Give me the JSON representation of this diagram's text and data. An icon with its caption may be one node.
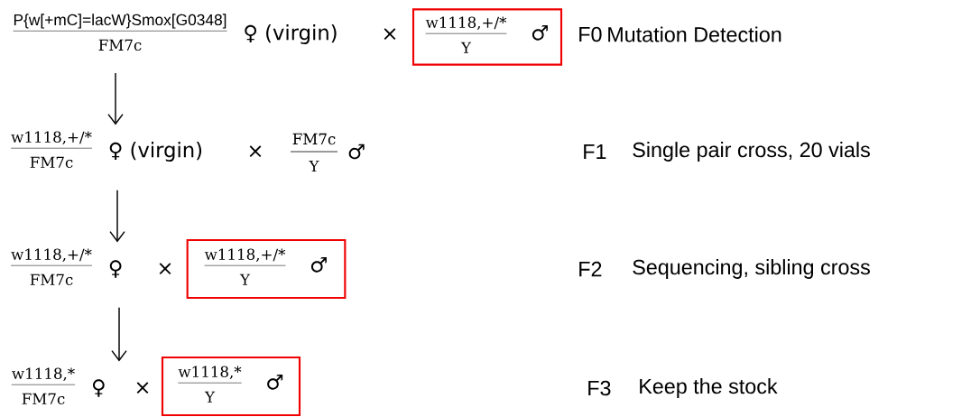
{
  "diagram": {
    "nodes": [
      {
        "text": [
          "P{w[+mC]=lacW}Smox[G0348]",
          "FM7c"
        ],
        "beside": [
          "♀ (virgin)"
        ]
      },
      {
        "text": [
          "w1118,+/*",
          "Y",
          "♂"
        ]
      },
      {
        "text": [
          "w1118,+/*",
          "FM7c"
        ],
        "beside": [
          "♀ (virgin)"
        ]
      },
      {
        "text": [
          "w1118,+/*",
          "FM7c"
        ],
        "beside": [
          "♀"
        ]
      },
      {
        "text": [
          "w1118,+/*",
          "Y",
          "♂"
        ]
      },
      {
        "text": [
          "w1118,*",
          "FM7c"
        ],
        "beside": [
          "♀"
        ]
      },
      {
        "text": [
          "w1118,*",
          "Y",
          "♂"
        ]
      }
    ],
    "edges": [
      {
        "from": 0,
        "to": 2,
        "arrow": "to"
      },
      {
        "from": 2,
        "to": 3,
        "arrow": "to"
      },
      {
        "from": 3,
        "to": 5,
        "arrow": "to"
      }
    ],
    "labels": [
      "×",
      "F0",
      "Mutation Detection",
      "×",
      "FM7c",
      "Y",
      "♂",
      "F1",
      "Single pair cross, 20 vials",
      "×",
      "F2",
      "Sequencing, sibling cross",
      "×",
      "F3",
      "Keep the stock"
    ]
  }
}
